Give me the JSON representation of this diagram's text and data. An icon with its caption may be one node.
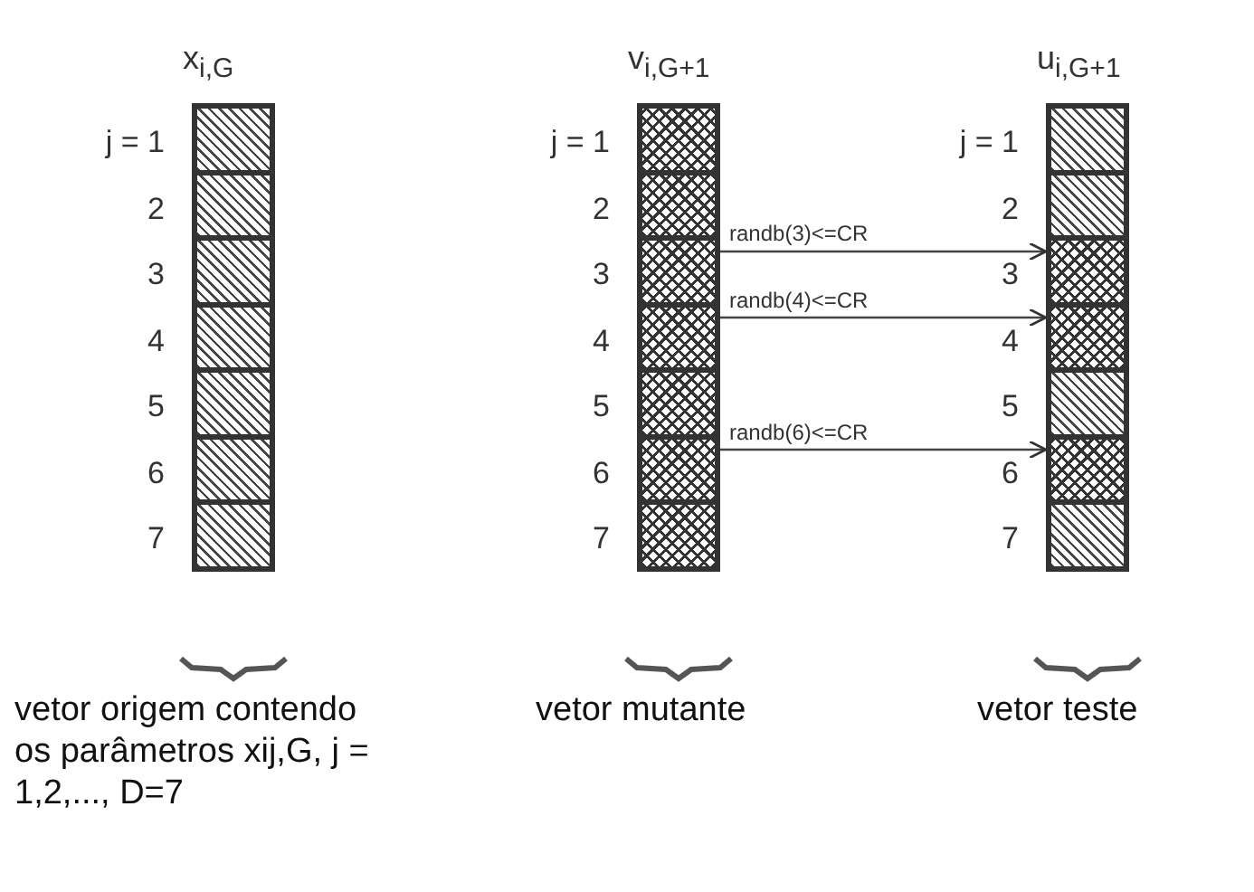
{
  "diagram": {
    "nodes": [
      {
        "text": [
          "x$_{i,G}$"
        ],
        "beside": [
          "vetor origem contendo os parâmetros xij,G, j = 1,2,..., D=7"
        ]
      },
      {
        "text": [],
        "shape": "box",
        "in": 0,
        "beside": [
          "j = 1"
        ]
      },
      {
        "text": [],
        "shape": "box",
        "in": 0,
        "beside": [
          "2"
        ]
      },
      {
        "text": [],
        "shape": "box",
        "in": 0,
        "beside": [
          "3"
        ]
      },
      {
        "text": [],
        "shape": "box",
        "in": 0,
        "beside": [
          "4"
        ]
      },
      {
        "text": [],
        "shape": "box",
        "in": 0,
        "beside": [
          "5"
        ]
      },
      {
        "text": [],
        "shape": "box",
        "in": 0,
        "beside": [
          "6"
        ]
      },
      {
        "text": [],
        "shape": "box",
        "in": 0,
        "beside": [
          "7"
        ]
      },
      {
        "text": [
          "v$_{i,G+1}$"
        ],
        "beside": [
          "vetor mutante"
        ]
      },
      {
        "text": [],
        "shape": "box",
        "in": 8,
        "beside": [
          "j = 1"
        ]
      },
      {
        "text": [],
        "shape": "box",
        "in": 8,
        "beside": [
          "2"
        ]
      },
      {
        "text": [],
        "shape": "box",
        "in": 8,
        "beside": [
          "3"
        ]
      },
      {
        "text": [],
        "shape": "box",
        "in": 8,
        "beside": [
          "4"
        ]
      },
      {
        "text": [],
        "shape": "box",
        "in": 8,
        "beside": [
          "5"
        ]
      },
      {
        "text": [],
        "shape": "box",
        "in": 8,
        "beside": [
          "6"
        ]
      },
      {
        "text": [],
        "shape": "box",
        "in": 8,
        "beside": [
          "7"
        ]
      },
      {
        "text": [
          "u$_{i,G+1}$"
        ],
        "beside": [
          "vetor teste"
        ]
      },
      {
        "text": [],
        "shape": "box",
        "in": 16,
        "beside": [
          "j = 1"
        ]
      },
      {
        "text": [],
        "shape": "box",
        "in": 16,
        "beside": [
          "2"
        ]
      },
      {
        "text": [],
        "shape": "box",
        "in": 16,
        "beside": [
          "3"
        ]
      },
      {
        "text": [],
        "shape": "box",
        "in": 16,
        "beside": [
          "4"
        ]
      },
      {
        "text": [],
        "shape": "box",
        "in": 16,
        "beside": [
          "5"
        ]
      },
      {
        "text": [],
        "shape": "box",
        "in": 16,
        "beside": [
          "6"
        ]
      },
      {
        "text": [],
        "shape": "box",
        "in": 16,
        "beside": [
          "7"
        ]
      }
    ],
    "edges": [
      {
        "from": 11,
        "to": 19,
        "arrow": "to",
        "label": "randb(3)<=CR"
      },
      {
        "from": 12,
        "to": 20,
        "arrow": "to",
        "label": "randb(4)<=CR"
      },
      {
        "from": 14,
        "to": 22,
        "arrow": "to",
        "label": "randb(6)<=CR"
      }
    ]
  }
}
